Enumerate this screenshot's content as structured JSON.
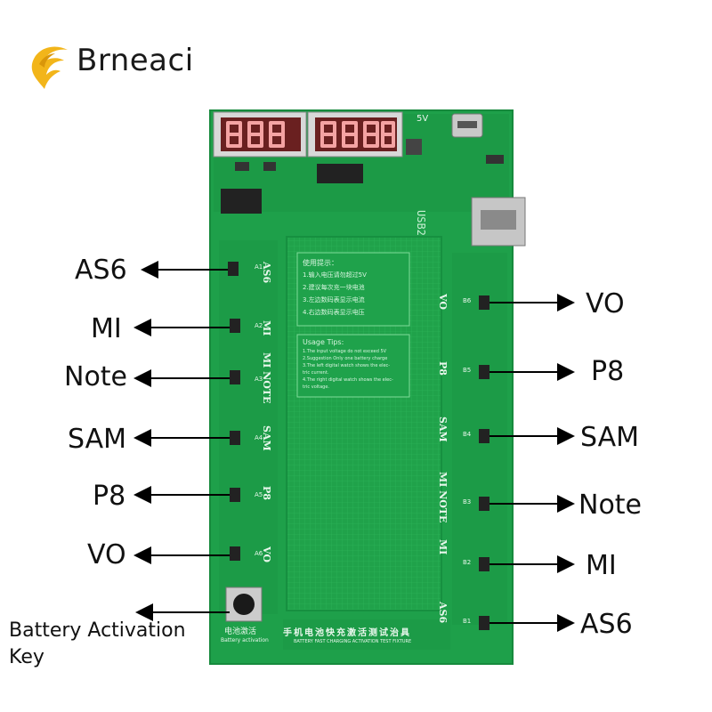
{
  "brand": {
    "name": "Brneaci",
    "logo_icon": "eagle-wing-icon",
    "logo_color": "#f2b51a"
  },
  "board": {
    "color": "#1fa64a",
    "left_slot_codes": [
      "A1",
      "A2",
      "A3",
      "A4",
      "A5",
      "A6"
    ],
    "right_slot_codes": [
      "B6",
      "B5",
      "B4",
      "B3",
      "B2",
      "B1"
    ],
    "board_left_text": [
      "AS6",
      "MI",
      "MI NOTE",
      "SAM",
      "P8",
      "VO"
    ],
    "board_right_text": [
      "VO",
      "P8",
      "SAM",
      "MI NOTE",
      "MI",
      "AS6"
    ],
    "usb_label": "USB2",
    "voltage_label": "5V",
    "button_caption_cn": "电池激活",
    "button_caption_en": "Battery activation",
    "footer_text": "BATTERY FAST CHARGING ACTIVATION TEST FIXTURE",
    "footer_cn": "手机电池快充激活测试治具",
    "tips_cn_title": "使用提示：",
    "tips_cn": [
      "1.输入电压请勿超过5V",
      "2.建议每次充一块电池",
      "3.左边数码表显示电流",
      "4.右边数码表显示电压"
    ],
    "tips_en_title": "Usage Tips:",
    "tips_en": [
      "1.The input voltage do not exceed 5V",
      "2.Suggestion Only one battery charge",
      "3.The left digital watch shows the elec-",
      "tric current.",
      "4.The right digital watch shows the elec-",
      "tric voltage."
    ]
  },
  "callouts": {
    "left": [
      "AS6",
      "MI",
      "Note",
      "SAM",
      "P8",
      "VO"
    ],
    "right": [
      "VO",
      "P8",
      "SAM",
      "Note",
      "MI",
      "AS6"
    ],
    "key_line1": "Battery Activation",
    "key_line2": "Key"
  }
}
